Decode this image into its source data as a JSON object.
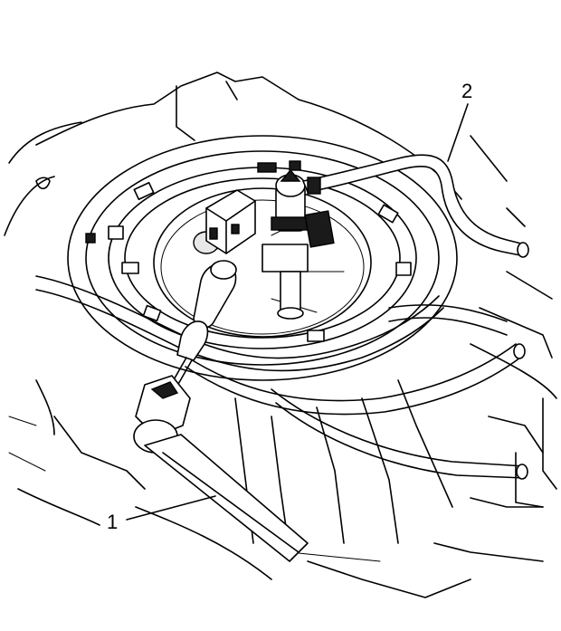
{
  "callouts": [
    {
      "id": "1",
      "label": "1"
    },
    {
      "id": "2",
      "label": "2"
    }
  ],
  "colors": {
    "line": "#000000",
    "fill": "#ffffff",
    "dark_fill": "#1a1a1a",
    "light_fill": "#e8e8e8"
  }
}
